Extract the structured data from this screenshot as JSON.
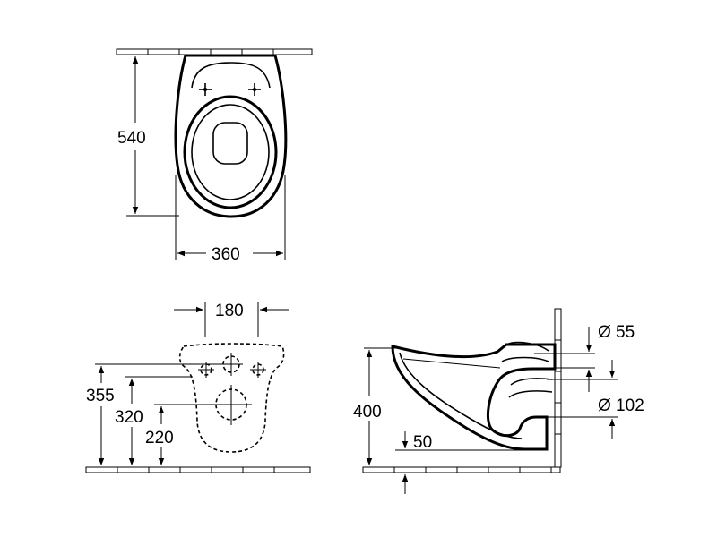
{
  "views": {
    "top": {
      "height_label": "540",
      "width_label": "360"
    },
    "front": {
      "hole_spacing_label": "180",
      "dim1_label": "355",
      "dim2_label": "320",
      "dim3_label": "220"
    },
    "side": {
      "height_label": "400",
      "floor_gap_label": "50",
      "small_diameter_label": "Ø 55",
      "large_diameter_label": "Ø 102"
    }
  }
}
